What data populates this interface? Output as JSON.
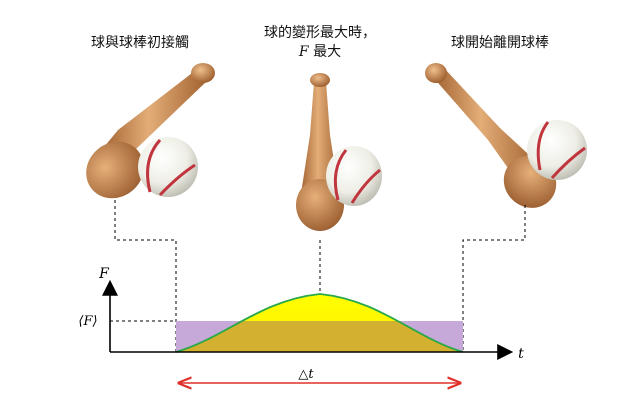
{
  "captions": {
    "first_contact": "球與球棒初接觸",
    "max_deform_line1": "球的變形最大時，",
    "max_deform_f": "F",
    "max_deform_rest": " 最大",
    "leave_bat": "球開始離開球棒"
  },
  "graph": {
    "y_axis_label": "F",
    "x_axis_label": "t",
    "avg_force_label": "⟨F⟩",
    "duration_label": "△t"
  },
  "colors": {
    "bat_light": "#d9a06a",
    "bat_dark": "#a0612f",
    "ball_white": "#f2f2ec",
    "ball_stitch": "#c0353e",
    "force_fill_top": "#ffff00",
    "force_fill_bottom": "#d4b030",
    "average_band": "#c6a9d8",
    "curve": "#2aa84a",
    "duration_arrow": "#e0302a"
  }
}
